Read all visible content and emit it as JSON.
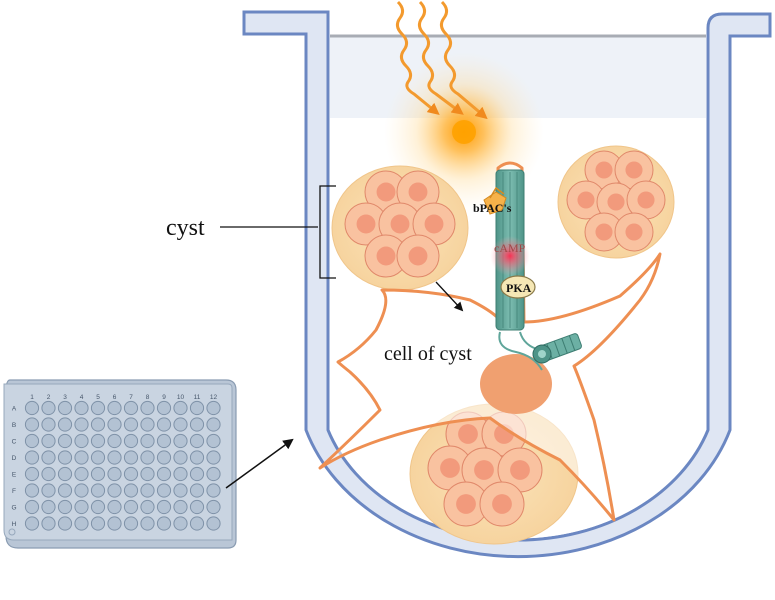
{
  "labels": {
    "cyst": "cyst",
    "cell_of_cyst": "cell of cyst",
    "bpac": "bPAC's",
    "camp": "cAMP",
    "pka": "PKA"
  },
  "plate": {
    "columns": [
      "1",
      "2",
      "3",
      "4",
      "5",
      "6",
      "7",
      "8",
      "9",
      "10",
      "11",
      "12"
    ],
    "rows": [
      "A",
      "B",
      "C",
      "D",
      "E",
      "F",
      "G",
      "H"
    ]
  },
  "colors": {
    "vessel_stroke": "#6b87c2",
    "vessel_fill": "#dfe6f3",
    "medium": "#eef2f8",
    "light_ray": "#f39a2e",
    "cyst_fill": "#f8d9a6",
    "cell_fill": "#f9c2a0",
    "cell_stroke": "#e0886a",
    "nucleus": "#f29a7c",
    "cell_outline": "#ee8f52",
    "nucleus_large": "#f0a070",
    "microtubule": "#5fa59a",
    "camp_glow": "#ff3b5a",
    "pka_fill": "#f5e7b5",
    "plate_fill": "#c9d4e1",
    "well_fill": "#b3c2d3"
  }
}
